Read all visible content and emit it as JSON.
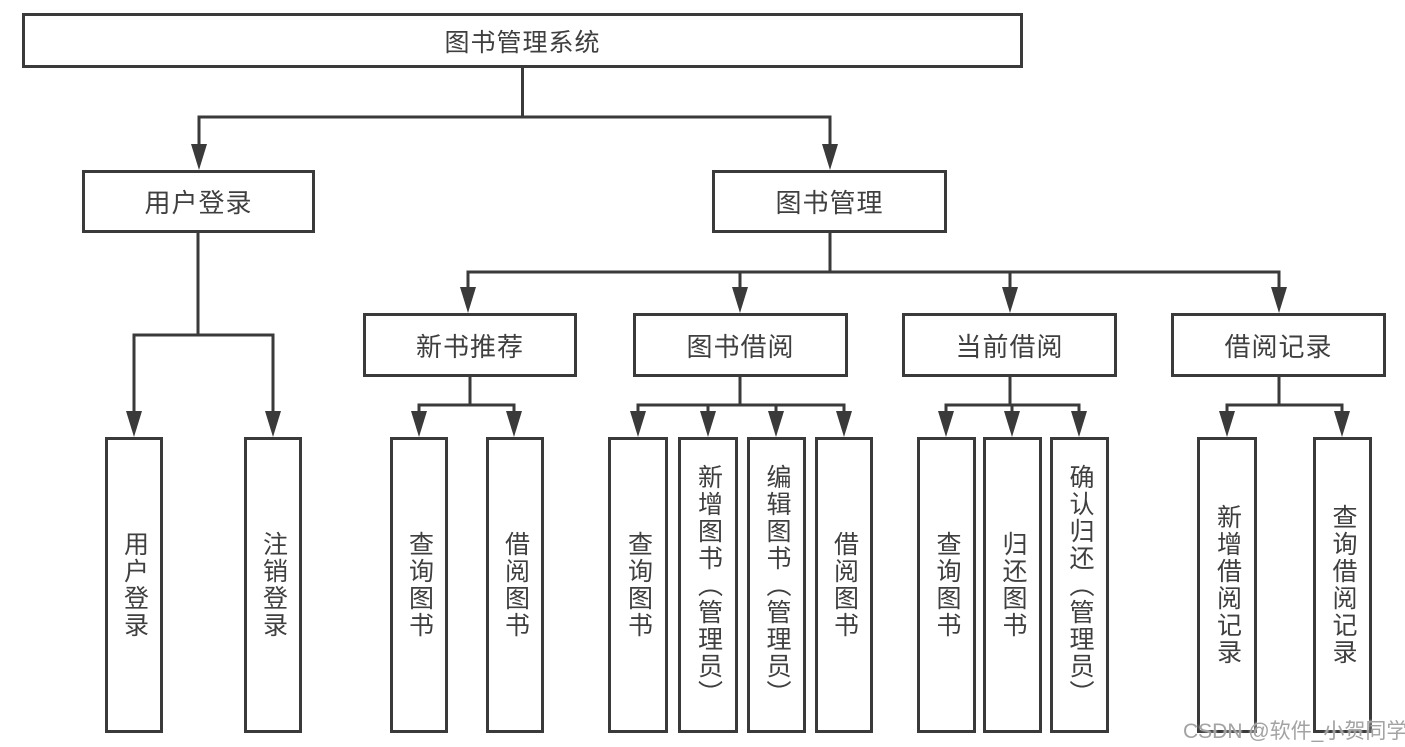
{
  "colors": {
    "line": "#3a3a3a",
    "text": "#3f3f3f",
    "watermark": "#a3a3a3",
    "background": "#ffffff"
  },
  "watermark": "CSDN @软件_小贺同学",
  "tree": {
    "label": "图书管理系统",
    "children": [
      {
        "label": "用户登录",
        "children": [
          {
            "label": "用户登录"
          },
          {
            "label": "注销登录"
          }
        ]
      },
      {
        "label": "图书管理",
        "children": [
          {
            "label": "新书推荐",
            "children": [
              {
                "label": "查询图书"
              },
              {
                "label": "借阅图书"
              }
            ]
          },
          {
            "label": "图书借阅",
            "children": [
              {
                "label": "查询图书"
              },
              {
                "label": "新增图书（管理员）"
              },
              {
                "label": "编辑图书（管理员）"
              },
              {
                "label": "借阅图书"
              }
            ]
          },
          {
            "label": "当前借阅",
            "children": [
              {
                "label": "查询图书"
              },
              {
                "label": "归还图书"
              },
              {
                "label": "确认归还（管理员）"
              }
            ]
          },
          {
            "label": "借阅记录",
            "children": [
              {
                "label": "新增借阅记录"
              },
              {
                "label": "查询借阅记录"
              }
            ]
          }
        ]
      }
    ]
  }
}
